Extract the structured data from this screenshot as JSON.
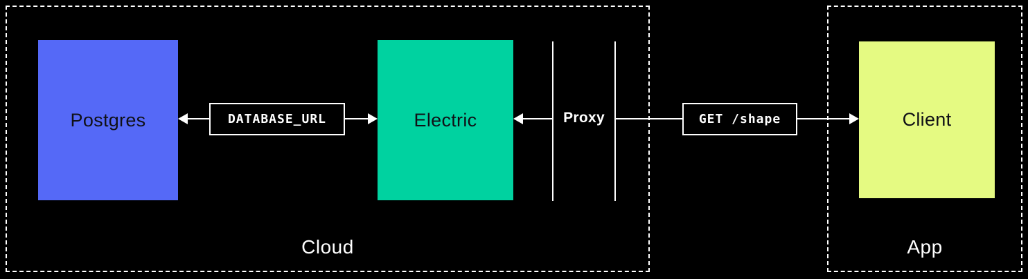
{
  "groups": {
    "cloud": {
      "label": "Cloud"
    },
    "app": {
      "label": "App"
    }
  },
  "nodes": {
    "postgres": {
      "label": "Postgres",
      "color": "#5569f7"
    },
    "electric": {
      "label": "Electric",
      "color": "#00d2a0"
    },
    "client": {
      "label": "Client",
      "color": "#e5fa82"
    }
  },
  "connectors": {
    "database_url": {
      "label": "DATABASE_URL"
    },
    "proxy": {
      "label": "Proxy"
    },
    "get_shape": {
      "label": "GET /shape"
    }
  },
  "colors": {
    "background": "#000000",
    "line": "#ffffff",
    "node_text": "#101016"
  }
}
